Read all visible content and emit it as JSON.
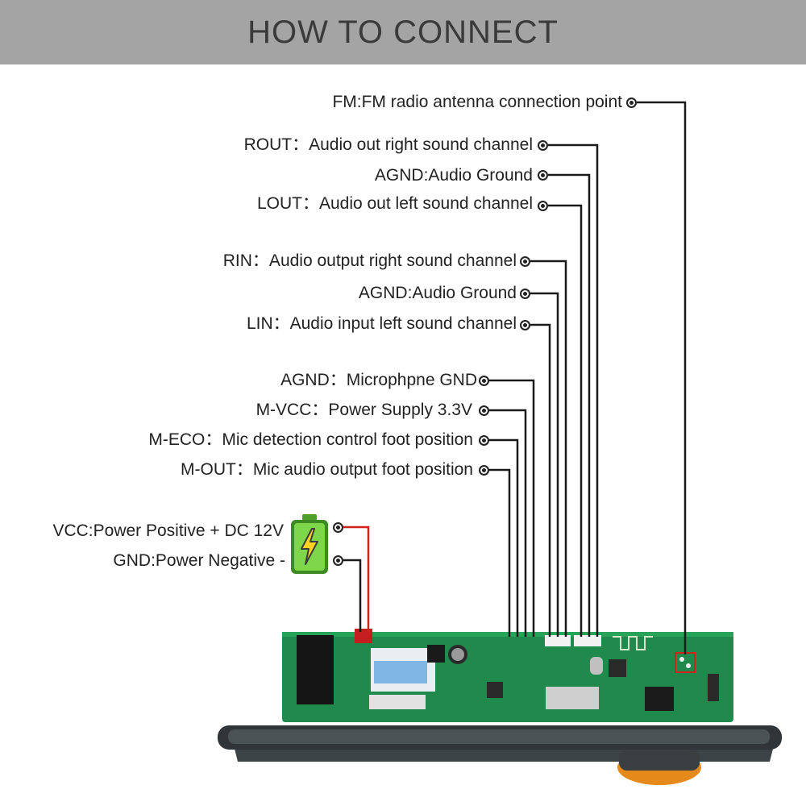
{
  "header": {
    "title": "HOW TO CONNECT"
  },
  "pins": [
    {
      "id": "fm",
      "label": "FM:FM radio antenna connection point"
    },
    {
      "id": "rout",
      "label": "ROUT：Audio out right sound channel"
    },
    {
      "id": "agnd1",
      "label": "AGND:Audio Ground"
    },
    {
      "id": "lout",
      "label": "LOUT：Audio out left sound channel"
    },
    {
      "id": "rin",
      "label": "RIN：Audio output right sound channel"
    },
    {
      "id": "agnd2",
      "label": "AGND:Audio Ground"
    },
    {
      "id": "lin",
      "label": "LIN：Audio input left sound channel"
    },
    {
      "id": "agnd3",
      "label": "AGND：Microphpne GND"
    },
    {
      "id": "mvcc",
      "label": "M-VCC：Power Supply 3.3V"
    },
    {
      "id": "meco",
      "label": "M-ECO：Mic detection control foot position"
    },
    {
      "id": "mout",
      "label": "M-OUT：Mic audio output foot position"
    },
    {
      "id": "vcc",
      "label": "VCC:Power Positive + DC 12V"
    },
    {
      "id": "gnd",
      "label": "GND:Power Negative -"
    }
  ],
  "colors": {
    "header_bg": "#a4a4a4",
    "wire": "#1a1a1a",
    "power_wire": "#d21f1f",
    "pcb": "#1f8a4c",
    "battery": "#6fcf3a"
  },
  "icons": {
    "battery": "battery-charging-icon"
  }
}
